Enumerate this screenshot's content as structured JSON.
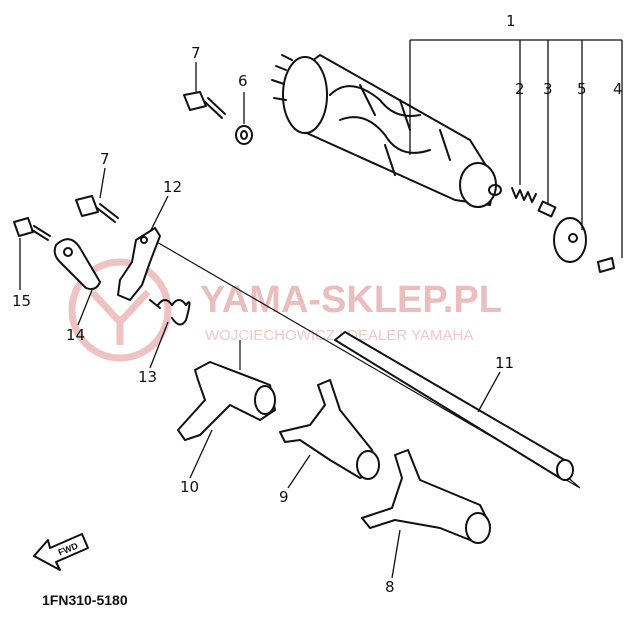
{
  "watermark": {
    "title": "YAMA-SKLEP.PL",
    "subtitle": "WOJCIECHOWICZ | DEALER YAMAHA",
    "color": "#e7a9a9"
  },
  "diagram_code": "1FN310-5180",
  "fwd_label": "FWD",
  "callouts": {
    "c1": "1",
    "c2": "2",
    "c3": "3",
    "c4": "4",
    "c5": "5",
    "c6": "6",
    "c7a": "7",
    "c7b": "7",
    "c8": "8",
    "c9": "9",
    "c10": "10",
    "c11": "11",
    "c12": "12",
    "c13": "13",
    "c14": "14",
    "c15": "15"
  }
}
